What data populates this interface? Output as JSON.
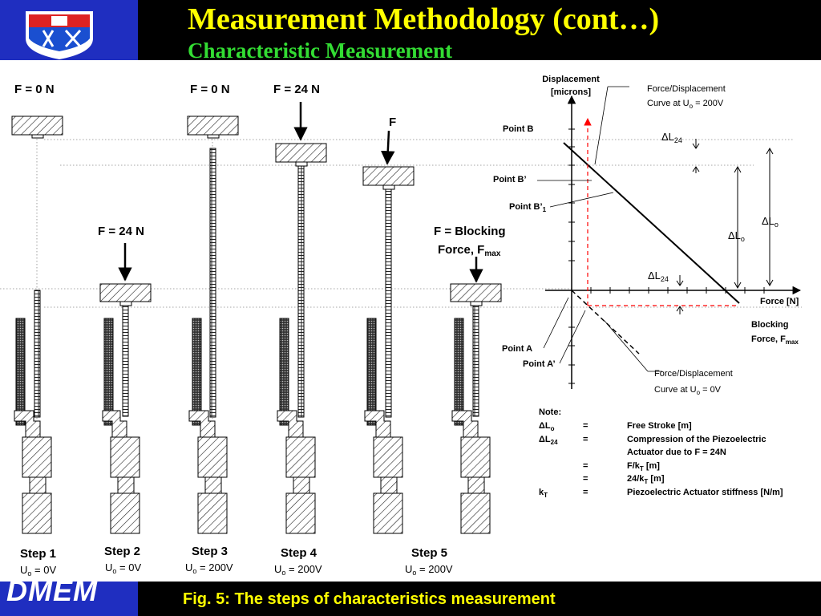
{
  "title": "Measurement Methodology (cont…)",
  "subtitle": "Characteristic Measurement",
  "caption": "Fig. 5: The steps of characteristics measurement",
  "logo": {
    "text": "DMEM"
  },
  "colors": {
    "title": "#ffff00",
    "subtitle": "#33dd33",
    "caption": "#ffff00",
    "band": "#1f2ec0",
    "dashed_red": "#ff0000"
  },
  "steps": {
    "force_labels": {
      "s1_top": "F = 0 N",
      "s2_load": "F = 24 N",
      "s3_top": "F = 0 N",
      "s4_top": "F = 24 N",
      "s5_top": "F",
      "s5_block_1": "F = Blocking",
      "s5_block_2": "Force, F",
      "s5_block_sub": "max"
    },
    "items": [
      {
        "name": "Step 1",
        "voltage": "0V"
      },
      {
        "name": "Step 2",
        "voltage": "0V"
      },
      {
        "name": "Step 3",
        "voltage": "200V"
      },
      {
        "name": "Step 4",
        "voltage": "200V"
      },
      {
        "name": "Step 5",
        "voltage": "200V"
      }
    ],
    "voltage_prefix": "U",
    "voltage_sub": "o",
    "voltage_eq": " = "
  },
  "graph": {
    "y_axis_label_1": "Displacement",
    "y_axis_label_2": "[microns]",
    "x_axis_label": "Force [N]",
    "curve_200_label_1": "Force/Displacement",
    "curve_200_label_2": "Curve at U",
    "curve_200_label_sub": "o",
    "curve_200_label_3": " = 200V",
    "curve_0_label_1": "Force/Displacement",
    "curve_0_label_2": "Curve at U",
    "curve_0_label_sub": "o",
    "curve_0_label_3": " = 0V",
    "point_b": "Point B",
    "point_b_prime": "Point B’",
    "point_b_prime1": "Point B’",
    "point_b_prime1_sub": "1",
    "point_a": "Point A",
    "point_a_prime": "Point A’",
    "delta_l24": "ΔL",
    "delta_l24_sub": "24",
    "delta_lo": "ΔL",
    "delta_lo_sub": "o",
    "blocking_1": "Blocking",
    "blocking_2": "Force, F",
    "blocking_sub": "max"
  },
  "note": {
    "heading": "Note:",
    "rows": [
      {
        "sym": "ΔL",
        "sub": "o",
        "eq": "=",
        "desc": "Free Stroke [m]"
      },
      {
        "sym": "ΔL",
        "sub": "24",
        "eq": "=",
        "desc": "Compression of the Piezoelectric"
      },
      {
        "sym": "",
        "sub": "",
        "eq": "",
        "desc": "Actuator due to F = 24N"
      },
      {
        "sym": "",
        "sub": "",
        "eq": "=",
        "desc": "F/k",
        "desc_sub": "T",
        "desc_tail": " [m]"
      },
      {
        "sym": "",
        "sub": "",
        "eq": "=",
        "desc": "24/k",
        "desc_sub": "T",
        "desc_tail": " [m]"
      },
      {
        "sym": "k",
        "sub": "T",
        "eq": "=",
        "desc": "Piezoelectric Actuator stiffness [N/m]"
      }
    ]
  }
}
